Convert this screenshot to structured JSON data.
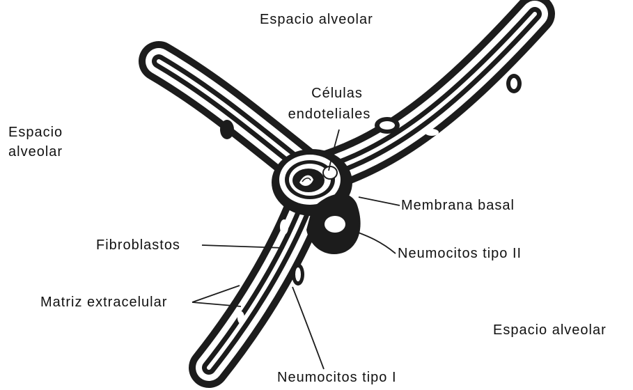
{
  "labels": {
    "espacio_alveolar_top": "Espacio alveolar",
    "espacio_alveolar_left_1": "Espacio",
    "espacio_alveolar_left_2": "alveolar",
    "espacio_alveolar_right": "Espacio alveolar",
    "celulas_endoteliales_1": "Células",
    "celulas_endoteliales_2": "endoteliales",
    "membrana_basal": "Membrana basal",
    "fibroblastos": "Fibroblastos",
    "neumocitos_tipo_ii": "Neumocitos tipo II",
    "matriz_extracelular": "Matriz extracelular",
    "neumocitos_tipo_i": "Neumocitos tipo I"
  },
  "colors": {
    "ink": "#111111",
    "tissue": "#1c1c1c",
    "background": "#ffffff"
  }
}
